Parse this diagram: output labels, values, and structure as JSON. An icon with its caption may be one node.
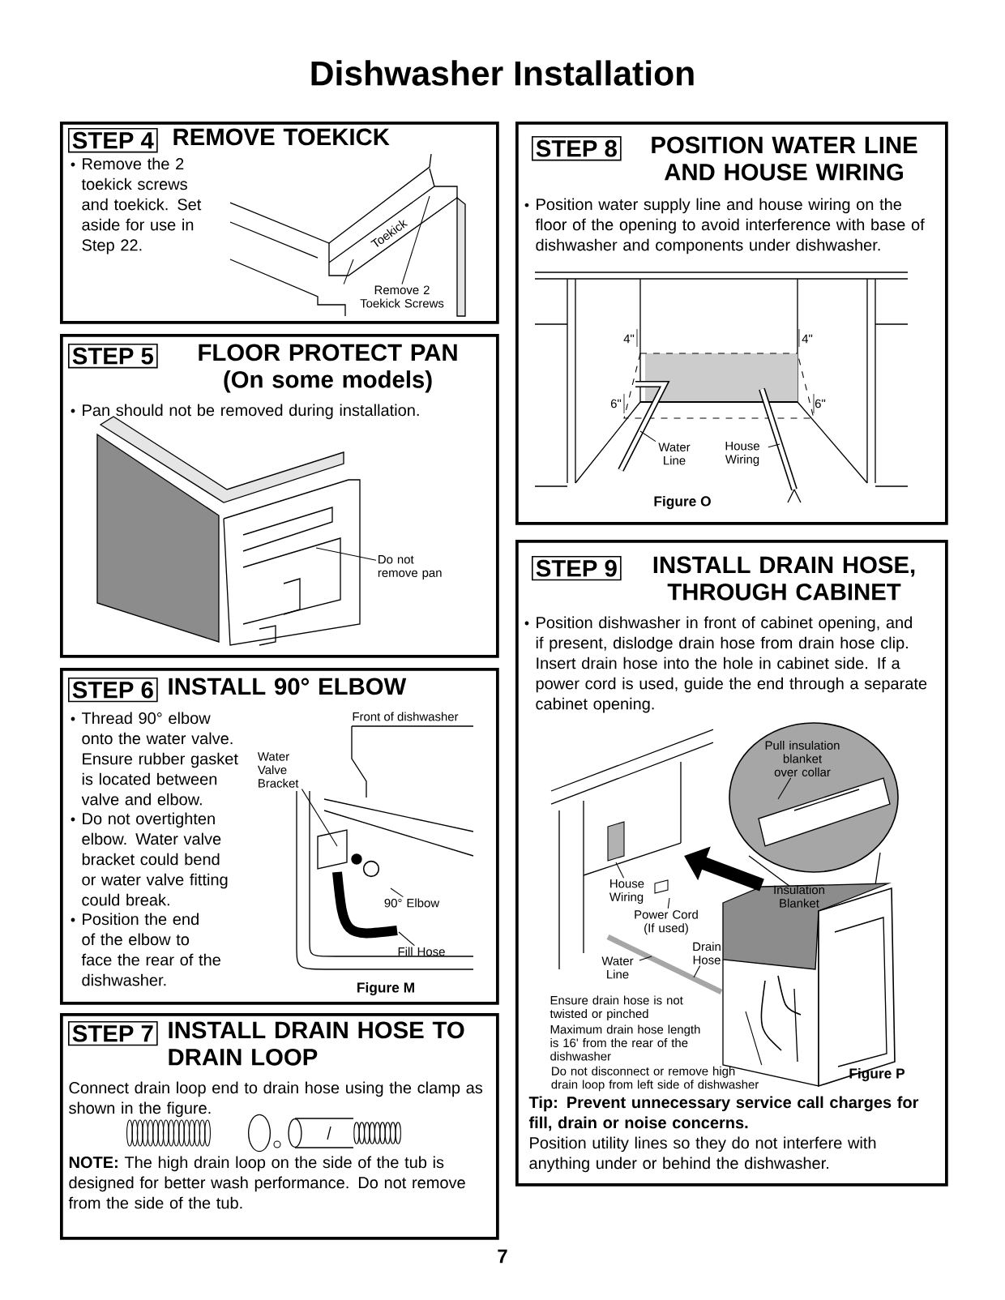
{
  "diagram": {
    "title": "Dishwasher Installation",
    "nodes": [
      {
        "text": [
          "REMOVE TOEKICK",
          "Remove the 2 toekick screws and toekick. Set aside for use in Step 22."
        ]
      },
      {
        "text": [
          "STEP 4"
        ],
        "in": 0
      },
      {
        "text": [
          "Remove 2 Toekick Screws"
        ],
        "in": 0
      },
      {
        "text": [
          "FLOOR PROTECT PAN (On some models)",
          "Pan should not be removed during installation."
        ]
      },
      {
        "text": [
          "STEP 5"
        ],
        "in": 3
      },
      {
        "text": [
          "Do not remove pan"
        ],
        "in": 3
      },
      {
        "text": [
          "INSTALL 90° ELBOW",
          "Thread 90° elbow onto the water valve. Ensure rubber gasket is located between valve and elbow.",
          "Do not overtighten elbow. Water valve bracket could bend or water valve fitting could break.",
          "Position the end of the elbow to face the rear of the dishwasher."
        ]
      },
      {
        "text": [
          "STEP 6"
        ],
        "in": 6
      },
      {
        "text": [
          "Water Valve Bracket"
        ],
        "in": 6
      },
      {
        "text": [
          "90° Elbow"
        ],
        "in": 6
      },
      {
        "text": [
          "Fill Hose"
        ],
        "in": 6
      },
      {
        "text": [
          "INSTALL DRAIN HOSE TO DRAIN LOOP",
          "Connect drain loop end to drain hose using the clamp as shown in the figure.",
          "**NOTE:** The high drain loop on the side of the tub is designed for better wash performance. Do not remove from the side of the tub."
        ]
      },
      {
        "text": [
          "STEP 7"
        ],
        "in": 11
      },
      {
        "text": [
          "POSITION WATER LINE AND HOUSE WIRING",
          "Position water supply line and house wiring on the floor of the opening to avoid interference with base of dishwasher and components under dishwasher."
        ]
      },
      {
        "text": [
          "STEP 8"
        ],
        "in": 13
      },
      {
        "text": [
          "Water Line"
        ],
        "in": 13
      },
      {
        "text": [
          "House Wiring"
        ],
        "in": 13
      },
      {
        "text": [
          "INSTALL DRAIN HOSE, THROUGH CABINET",
          "Position dishwasher in front of cabinet opening, and if present, dislodge drain hose from drain hose clip. Insert drain hose into the hole in cabinet side. If a power cord is used, guide the end through a separate cabinet opening.",
          "Tip: Prevent unnecessary service call charges for fill, drain or noise concerns.",
          "Position utility lines so they do not interfere with anything under or behind the dishwasher."
        ]
      },
      {
        "text": [
          "STEP 9"
        ],
        "in": 17
      },
      {
        "text": [
          "Pull insulation blanket over collar"
        ],
        "in": 17
      },
      {
        "text": [
          "House Wiring"
        ],
        "in": 17
      },
      {
        "text": [
          "Power Cord (If used)"
        ],
        "in": 17
      },
      {
        "text": [
          "Drain Hose"
        ],
        "in": 17
      },
      {
        "text": [
          "Water Line"
        ],
        "in": 17
      },
      {
        "text": [
          "Do not disconnect or remove high drain loop from left side of dishwasher"
        ],
        "in": 17
      }
    ],
    "edges": [
      {
        "from": 2,
        "to": null,
        "arrow": "none"
      },
      {
        "from": 2,
        "to": null,
        "arrow": "none"
      },
      {
        "from": 5,
        "to": null,
        "arrow": "none"
      },
      {
        "from": 8,
        "to": null,
        "arrow": "none"
      },
      {
        "from": 9,
        "to": null,
        "arrow": "none"
      },
      {
        "from": 10,
        "to": null,
        "arrow": "none"
      },
      {
        "from": 15,
        "to": null,
        "arrow": "none"
      },
      {
        "from": 16,
        "to": null,
        "arrow": "none"
      },
      {
        "from": 19,
        "to": null,
        "arrow": "none"
      },
      {
        "from": 20,
        "to": null,
        "arrow": "none"
      },
      {
        "from": 21,
        "to": null,
        "arrow": "none"
      },
      {
        "from": 22,
        "to": null,
        "arrow": "none"
      },
      {
        "from": 23,
        "to": null,
        "arrow": "none"
      },
      {
        "from": 24,
        "to": null,
        "arrow": "none"
      }
    ],
    "labels": [
      "Toekick",
      "Front of dishwasher",
      "Figure M",
      "4\"",
      "4\"",
      "6\"",
      "6\"",
      "Figure O",
      "Insulation Blanket",
      "Ensure drain hose is not twisted or pinched",
      "Maximum drain hose length is 16' from the rear of the dishwasher",
      "Figure P",
      "7"
    ]
  }
}
